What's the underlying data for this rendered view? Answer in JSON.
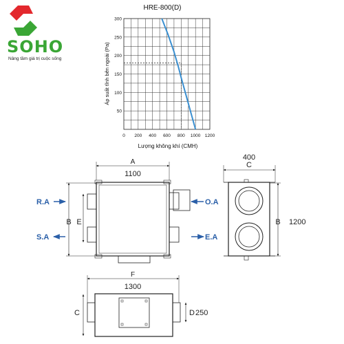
{
  "brand": {
    "name": "SOHO",
    "tagline": "Nâng tầm giá trị cuộc sống",
    "colors": {
      "red": "#e3282d",
      "green": "#3aa635"
    }
  },
  "chart_data": {
    "type": "line",
    "title": "HRE-800(D)",
    "xlabel": "Lượng không khí (CMH)",
    "ylabel": "Áp suất tĩnh bên ngoài (Pa)",
    "xlim": [
      0,
      1200
    ],
    "ylim": [
      0,
      300
    ],
    "xticks": [
      0,
      200,
      400,
      600,
      800,
      1000,
      1200
    ],
    "yticks": [
      50,
      100,
      150,
      200,
      250,
      300
    ],
    "grid": true,
    "series": [
      {
        "color": "#3a8fd0",
        "x": [
          530,
          620,
          700,
          760,
          800,
          850,
          900,
          950,
          1000
        ],
        "y": [
          300,
          255,
          210,
          170,
          140,
          105,
          70,
          35,
          0
        ]
      }
    ],
    "reference": {
      "x": 800,
      "y": 180
    }
  },
  "dimensions": {
    "A": "A",
    "A_value": "1100",
    "B": "B",
    "B_value": "1200",
    "C": "C",
    "C_value": "400",
    "D": "D",
    "D_value": "250",
    "E": "E",
    "F": "F",
    "F_value": "1300"
  },
  "airflows": {
    "ra": "R.A",
    "sa": "S.A",
    "oa": "O.A",
    "ea": "E.A",
    "label_color": "#2a5fa8"
  }
}
